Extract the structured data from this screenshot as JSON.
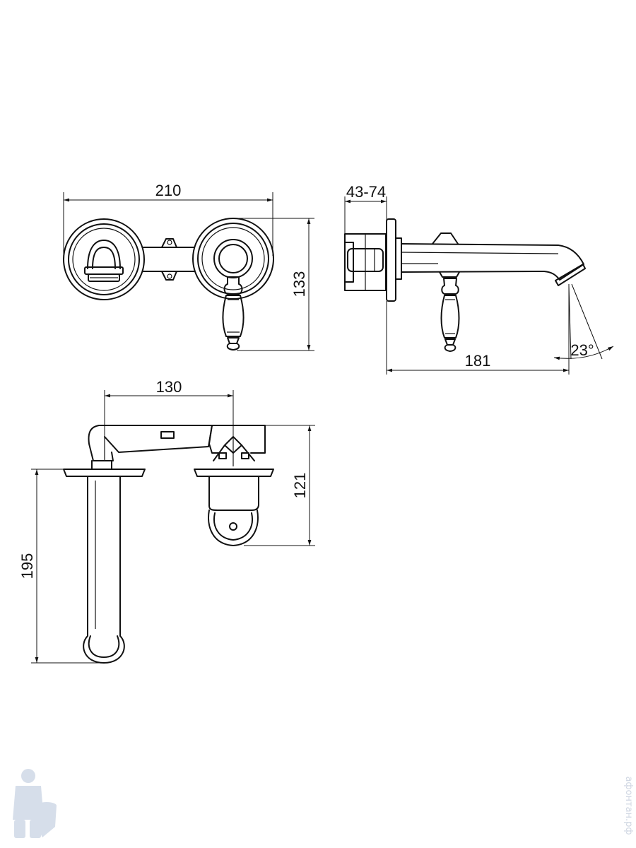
{
  "dimensions": {
    "front_width": "210",
    "front_height": "133",
    "side_wall": "43-74",
    "side_reach": "181",
    "side_angle": "23°",
    "top_spacing": "130",
    "top_height": "121",
    "top_spout_length": "195"
  },
  "watermark": {
    "text": "афонтан.рф",
    "icon": "plumber-mascot-icon"
  }
}
